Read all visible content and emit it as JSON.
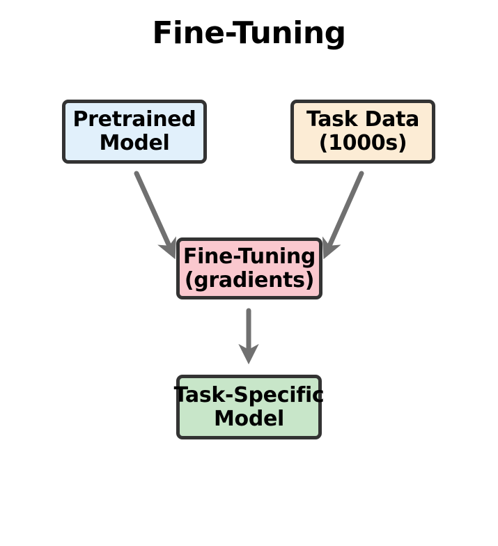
{
  "diagram": {
    "title": "Fine-Tuning",
    "background_color": "#ffffff",
    "title_color": "#000000",
    "node_border_color": "#333333",
    "arrow_color": "#707070",
    "nodes": [
      {
        "id": "pretrained-model",
        "line1": "Pretrained",
        "line2": "Model",
        "fill": "#e1f0fb"
      },
      {
        "id": "task-data",
        "line1": "Task Data",
        "line2": "(1000s)",
        "fill": "#fcecd5"
      },
      {
        "id": "fine-tuning",
        "line1": "Fine-Tuning",
        "line2": "(gradients)",
        "fill": "#fac8ce"
      },
      {
        "id": "task-specific-model",
        "line1": "Task-Specific",
        "line2": "Model",
        "fill": "#c8e6c9"
      }
    ],
    "edges": [
      {
        "id": "edge-pretrained-to-finetuning",
        "from": "pretrained-model",
        "to": "fine-tuning"
      },
      {
        "id": "edge-taskdata-to-finetuning",
        "from": "task-data",
        "to": "fine-tuning"
      },
      {
        "id": "edge-finetuning-to-taskspecific",
        "from": "fine-tuning",
        "to": "task-specific-model"
      }
    ]
  }
}
